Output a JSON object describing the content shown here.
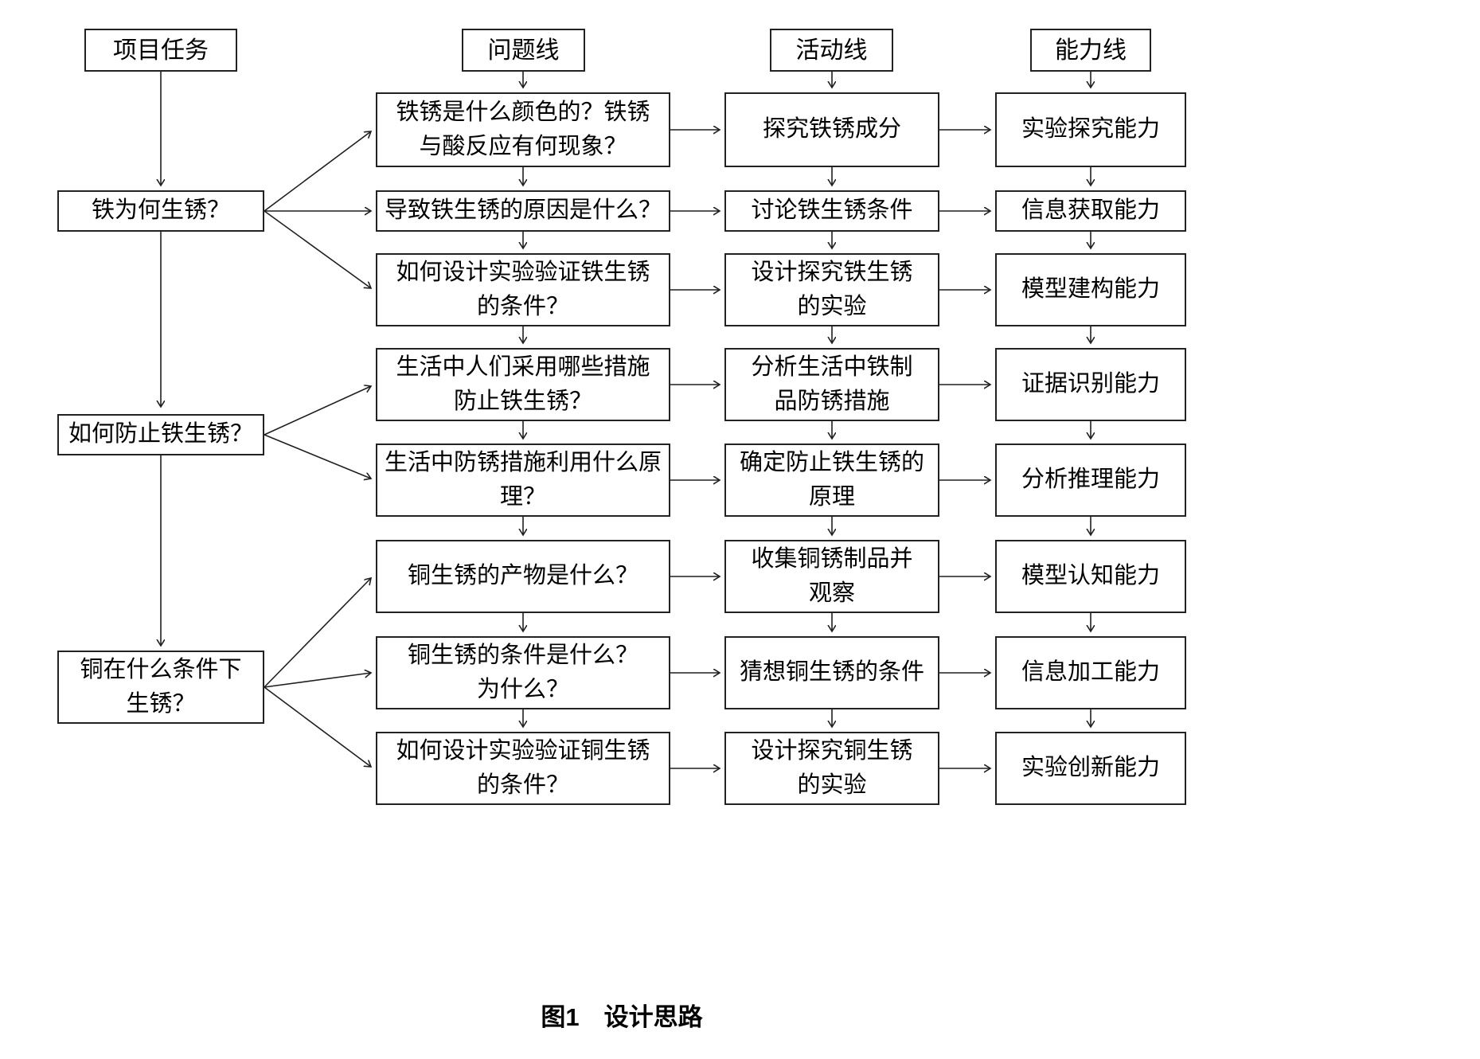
{
  "diagram": {
    "headers": [
      {
        "label": "项目任务"
      },
      {
        "label": "问题线"
      },
      {
        "label": "活动线"
      },
      {
        "label": "能力线"
      }
    ],
    "tasks": [
      {
        "label": "铁为何生锈？"
      },
      {
        "label": "如何防止铁生锈？"
      },
      {
        "label": "铜在什么条件下\n生锈？"
      }
    ],
    "rows": [
      {
        "question": "铁锈是什么颜色的？铁锈\n与酸反应有何现象？",
        "activity": "探究铁锈成分",
        "ability": "实验探究能力"
      },
      {
        "question": "导致铁生锈的原因是什么？",
        "activity": "讨论铁生锈条件",
        "ability": "信息获取能力"
      },
      {
        "question": "如何设计实验验证铁生锈\n的条件？",
        "activity": "设计探究铁生锈\n的实验",
        "ability": "模型建构能力"
      },
      {
        "question": "生活中人们采用哪些措施\n防止铁生锈？",
        "activity": "分析生活中铁制\n品防锈措施",
        "ability": "证据识别能力"
      },
      {
        "question": "生活中防锈措施利用什么原\n理？",
        "activity": "确定防止铁生锈的\n原理",
        "ability": "分析推理能力"
      },
      {
        "question": "铜生锈的产物是什么？",
        "activity": "收集铜锈制品并\n观察",
        "ability": "模型认知能力"
      },
      {
        "question": "铜生锈的条件是什么？\n为什么？",
        "activity": "猜想铜生锈的条件",
        "ability": "信息加工能力"
      },
      {
        "question": "如何设计实验验证铜生锈\n的条件？",
        "activity": "设计探究铜生锈\n的实验",
        "ability": "实验创新能力"
      }
    ],
    "caption": "图1　设计思路"
  },
  "colors": {
    "line": "#1f1f1f",
    "text": "#000000",
    "background": "#ffffff"
  }
}
